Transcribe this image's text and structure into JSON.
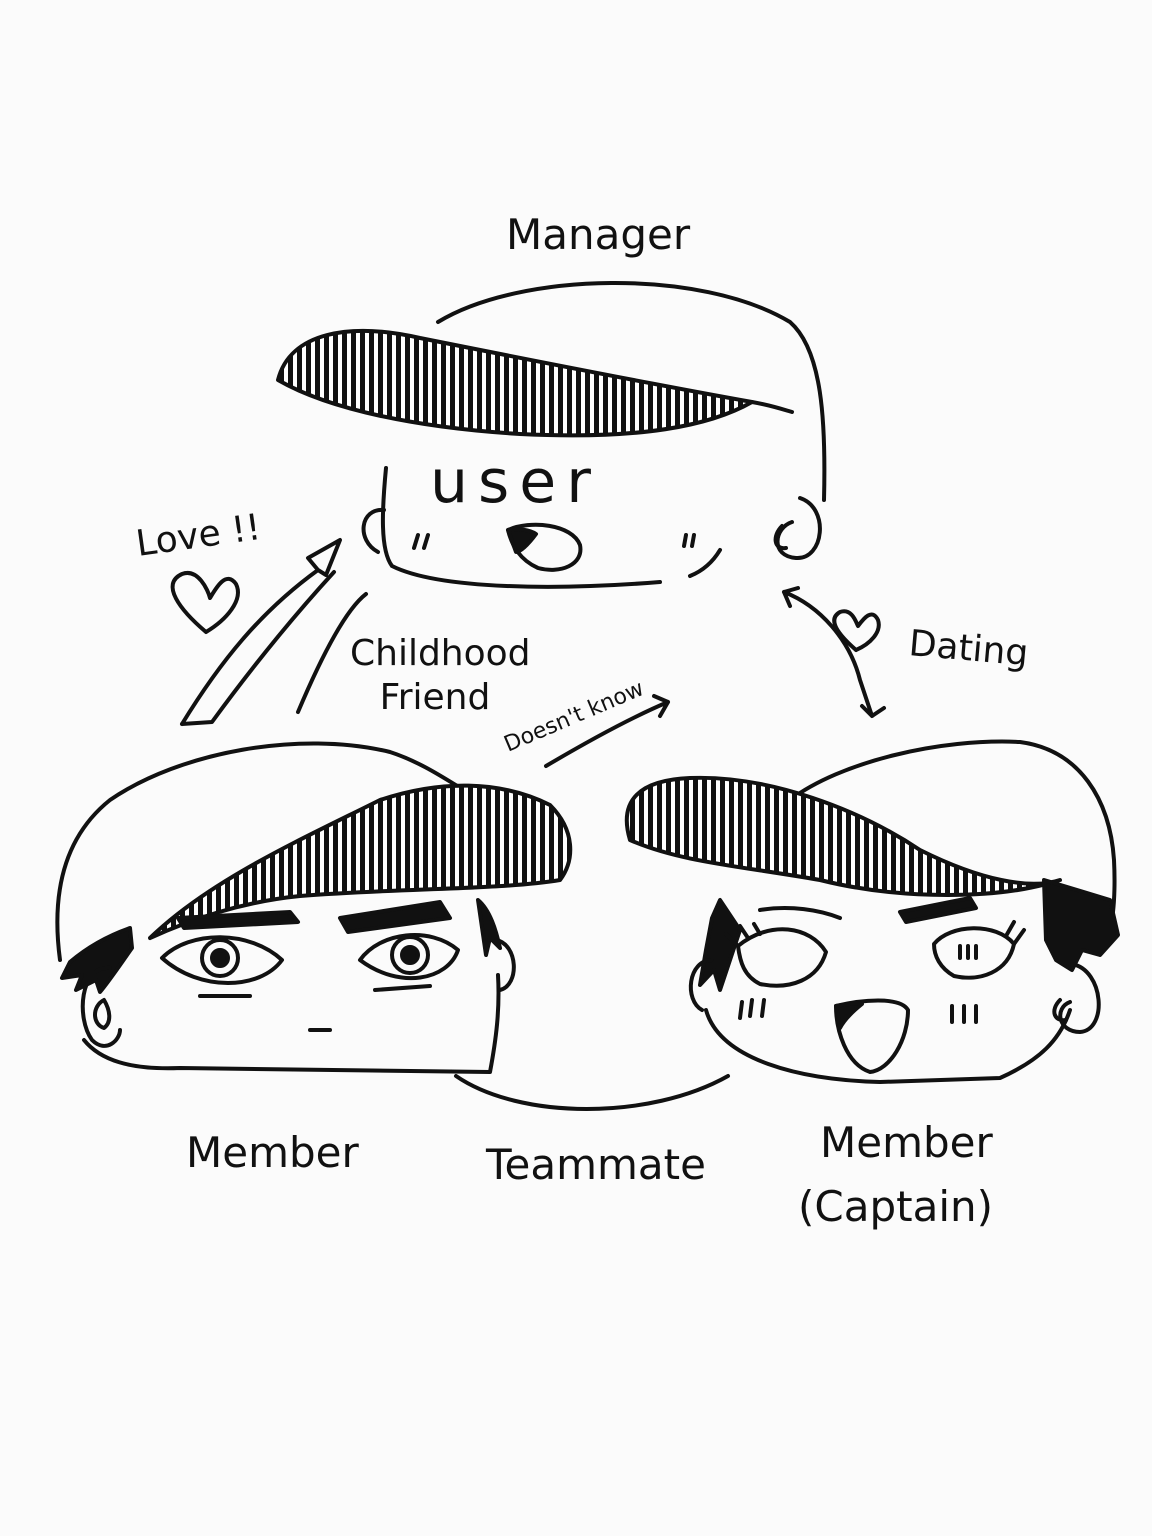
{
  "top_character": {
    "role": "Manager",
    "face_text": "user"
  },
  "left_character": {
    "role": "Member"
  },
  "right_character": {
    "role": "Member",
    "role_note": "(Captain)"
  },
  "relations": {
    "left_to_top": "Love !!",
    "left_top_line": "Childhood Friend",
    "left_to_right": "Doesn't know",
    "top_right": "Dating",
    "left_right": "Teammate"
  },
  "colors": {
    "ink": "#111111",
    "paper": "#fbfbfb"
  }
}
